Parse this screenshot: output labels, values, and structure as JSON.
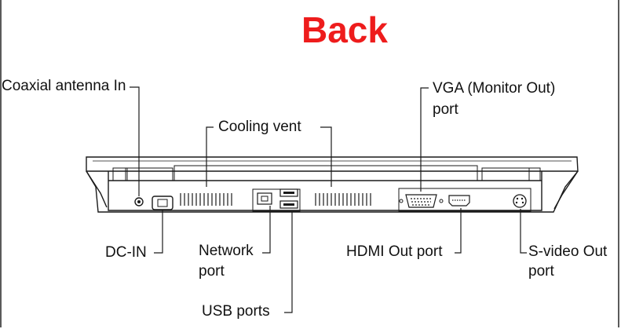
{
  "title": "Back",
  "labels": {
    "coaxial": "Coaxial antenna In",
    "cooling": "Cooling vent",
    "vga_line1": "VGA (Monitor Out)",
    "vga_line2": "port",
    "dcin": "DC-IN",
    "network_line1": "Network",
    "network_line2": "port",
    "hdmi": "HDMI Out port",
    "svideo_line1": "S-video Out",
    "svideo_line2": "port",
    "usb": "USB ports"
  },
  "colors": {
    "title": "#ee1c1c",
    "line": "#1a1a1a"
  }
}
